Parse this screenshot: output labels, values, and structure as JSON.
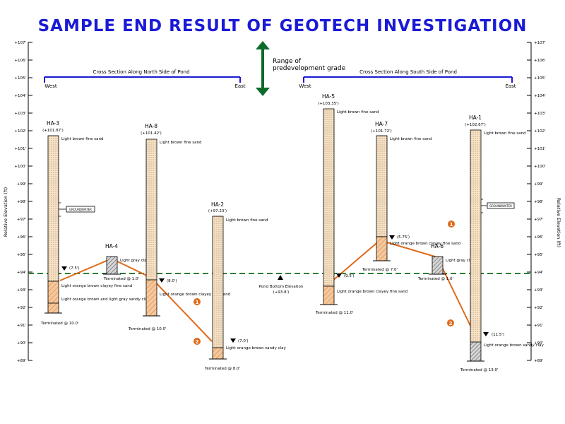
{
  "title": "SAMPLE END RESULT OF GEOTECH INVESTIGATION",
  "axis": {
    "ylabel": "Relative Elevation (ft)",
    "ticks": [
      "+107'",
      "+106'",
      "+105'",
      "+104'",
      "+103'",
      "+102'",
      "+101'",
      "+100'",
      "+99'",
      "+98'",
      "+97'",
      "+96'",
      "+95'",
      "+94'",
      "+93'",
      "+92'",
      "+91'",
      "+90'",
      "+89'"
    ]
  },
  "predevelopment_label": "Range of predevelopment grade",
  "sections": [
    {
      "title": "Cross Section Along North Side of Pond",
      "west": "West",
      "east": "East"
    },
    {
      "title": "Cross Section Along South Side of Pond",
      "west": "West",
      "east": "East"
    }
  ],
  "pond_bottom": {
    "label": "Pond Bottom Elevation",
    "value": "(+93.8')"
  },
  "groundwater_callout": "GROUNDWATER",
  "markers": [
    "1",
    "2",
    "1",
    "2"
  ],
  "borings": [
    {
      "name": "HA-3",
      "elev": "(+101.87')",
      "terminated": "Terminated @ 10.0'",
      "water": "(7.5')",
      "layers": [
        "Light brown fine sand",
        "Light orange brown clayey fine sand",
        "Light orange brown and light gray sandy clay"
      ]
    },
    {
      "name": "HA-4",
      "terminated": "Terminated @ 1.0'",
      "layers": [
        "Light gray clay"
      ]
    },
    {
      "name": "HA-8",
      "elev": "(+101.42')",
      "terminated": "Terminated @ 10.0'",
      "water": "(8.0')",
      "layers": [
        "Light brown fine sand",
        "Light orange brown clayey fine sand"
      ]
    },
    {
      "name": "HA-2",
      "elev": "(+97.23')",
      "terminated": "Terminated @ 8.0'",
      "water": "(7.0')",
      "layers": [
        "Light brown fine sand",
        "Light orange brown sandy clay"
      ]
    },
    {
      "name": "HA-5",
      "elev": "(+103.35')",
      "terminated": "Terminated @ 11.0'",
      "water": "(9.5')",
      "layers": [
        "Light brown fine sand",
        "Light orange brown clayey fine sand"
      ]
    },
    {
      "name": "HA-7",
      "elev": "(+101.72')",
      "terminated": "Terminated @ 7.0'",
      "water": "(5.75')",
      "layers": [
        "Light brown fine sand",
        "Light orange brown clayey fine sand"
      ]
    },
    {
      "name": "HA-6",
      "terminated": "Terminated @ 1.0'",
      "layers": [
        "Light gray clay"
      ]
    },
    {
      "name": "HA-1",
      "elev": "(+102.67')",
      "terminated": "Terminated @ 13.0'",
      "water": "(11.5')",
      "layers": [
        "Light brown fine sand",
        "Light orange brown sandy clay"
      ]
    }
  ],
  "colors": {
    "title": "#1a1ad6",
    "section_line": "#1a1ad6",
    "arrow": "#0d6b2a",
    "pond_line": "#2e7d32",
    "gw_line": "#e06a1b",
    "marker": "#e06a1b",
    "sand": "#f8e3c6",
    "clay": "#f6c79a",
    "gray_clay": "#bdbdbd"
  }
}
